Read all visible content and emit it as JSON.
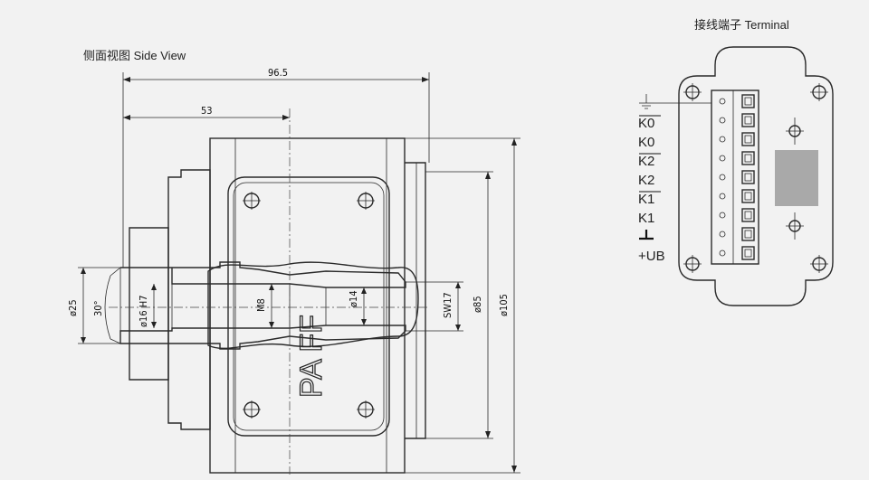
{
  "side_view": {
    "title": "侧面视图   Side View",
    "logo_text": "PA    FF",
    "dimensions": {
      "overall_length": "96.5",
      "to_centerline": "53",
      "bore_diameter": "ø25",
      "angle": "30°",
      "shaft_bore": "ø16 H7",
      "thread": "M8",
      "inner_bore": "ø14",
      "wrench_size": "SW17",
      "housing_diameter": "ø85",
      "outer_diameter": "ø105"
    }
  },
  "terminal_view": {
    "title": "接线端子    Terminal",
    "labels": [
      "K0",
      "K0",
      "K2",
      "K2",
      "K1",
      "K1",
      "",
      "+UB"
    ],
    "overlines": [
      true,
      false,
      true,
      false,
      true,
      false,
      false,
      false
    ]
  }
}
